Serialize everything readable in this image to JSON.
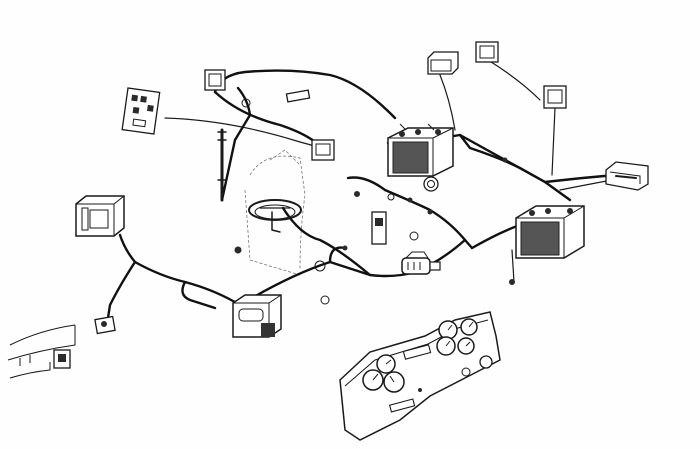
{
  "figure": {
    "colors": {
      "ink": "#1a1a1a",
      "background": "#fefefe"
    }
  },
  "components": [
    {
      "id": "headlamp-left",
      "icon": "headlamp-icon"
    },
    {
      "id": "headlamp-right",
      "icon": "headlamp-icon"
    },
    {
      "id": "work-lamp-front-left",
      "icon": "work-lamp-icon"
    },
    {
      "id": "work-lamp-front-right",
      "icon": "work-lamp-icon"
    },
    {
      "id": "work-lamp-rear-left",
      "icon": "work-lamp-icon"
    },
    {
      "id": "work-lamp-rear-right",
      "icon": "work-lamp-icon"
    },
    {
      "id": "tail-lamp",
      "icon": "tail-lamp-icon"
    },
    {
      "id": "battery-front",
      "icon": "battery-icon"
    },
    {
      "id": "battery-rear",
      "icon": "battery-icon"
    },
    {
      "id": "fuse-panel",
      "icon": "fuse-panel-icon"
    },
    {
      "id": "steering-wheel",
      "icon": "steering-wheel-icon"
    },
    {
      "id": "starter-motor",
      "icon": "starter-motor-icon"
    },
    {
      "id": "horn",
      "icon": "horn-icon"
    },
    {
      "id": "relay",
      "icon": "relay-icon"
    },
    {
      "id": "instrument-panel",
      "icon": "instrument-panel-icon"
    },
    {
      "id": "lower-switch",
      "icon": "switch-icon"
    }
  ]
}
